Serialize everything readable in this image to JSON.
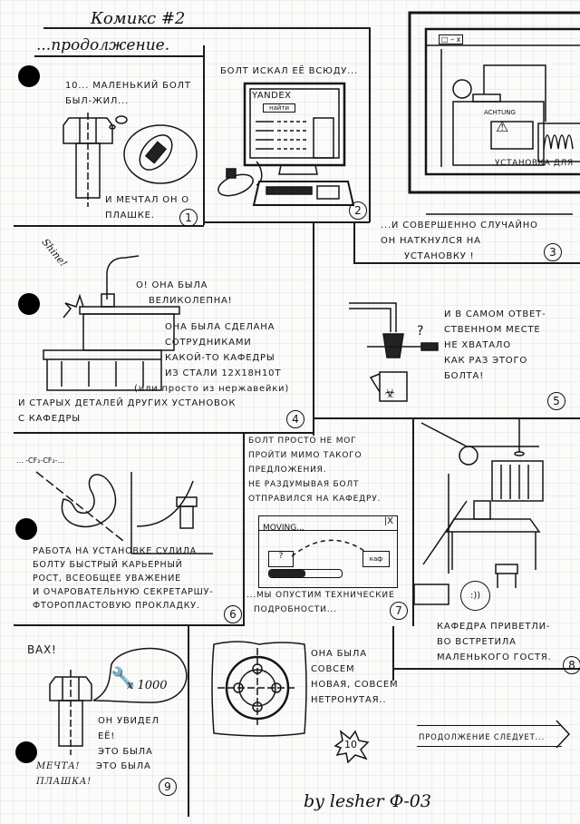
{
  "page": {
    "title": "Комикс #2",
    "subtitle": "...продолжение.",
    "signature": "by lesher Ф-03"
  },
  "panels": [
    {
      "number": "1",
      "lines": [
        "10... маленький болт",
        "был-жил...",
        "и мечтал он о",
        "плашке."
      ]
    },
    {
      "number": "2",
      "lines": [
        "Болт искал её всюду..."
      ],
      "screen": {
        "logo": "YANDEX",
        "button": "найти"
      }
    },
    {
      "number": "3",
      "lines": [
        "...и совершенно случайно",
        "он наткнулся на",
        "установку !"
      ],
      "screen": {
        "window_controls": "□ – x",
        "warning": "ACHTUNG",
        "caption": "Установка для"
      }
    },
    {
      "number": "4",
      "exclaim": "Shine!",
      "lines": [
        "О! Она была",
        "великолепна!",
        "Она была сделана",
        "сотрудниками",
        "какой-то кафедры",
        "из стали 12Х18Н10Т",
        "(или просто из нержавейки)",
        "и старых деталей других установок",
        "с кафедры"
      ]
    },
    {
      "number": "5",
      "question": "?",
      "lines": [
        "И в самом ответ-",
        "ственном месте",
        "не хватало",
        "как раз этого",
        "болта!"
      ]
    },
    {
      "number": "6",
      "formula": "... -CF₂-CF₂-...",
      "lines": [
        "Работа на установке сулила",
        "болту быстрый карьерный",
        "рост, всеобщее уважение",
        "и очаровательную секретаршу-",
        "фторопластовую прокладку."
      ]
    },
    {
      "number": "7",
      "lines": [
        "Болт просто не мог",
        "пройти мимо такого",
        "предложения.",
        "Не раздумывая болт",
        "отправился на кафедру.",
        "...мы опустим технические",
        "подробности..."
      ],
      "dialog": {
        "title": "MOVING...",
        "close": "|X",
        "source_folder": "?",
        "target_folder": "каф",
        "progress": 0.5
      }
    },
    {
      "number": "8",
      "smiley": ":))",
      "lines": [
        "Кафедра приветли-",
        "во встретила",
        "маленького гостя."
      ]
    },
    {
      "number": "9",
      "lines": [
        "Вах!",
        "x 1000",
        "Он увидел",
        "её!",
        "Это была",
        "мечта!",
        "Это была",
        "плашка!"
      ]
    },
    {
      "number": "10",
      "lines": [
        "Она была",
        "совсем",
        "новая, совсем",
        "нетронутая.."
      ],
      "continue": "Продолжение следует..."
    }
  ]
}
